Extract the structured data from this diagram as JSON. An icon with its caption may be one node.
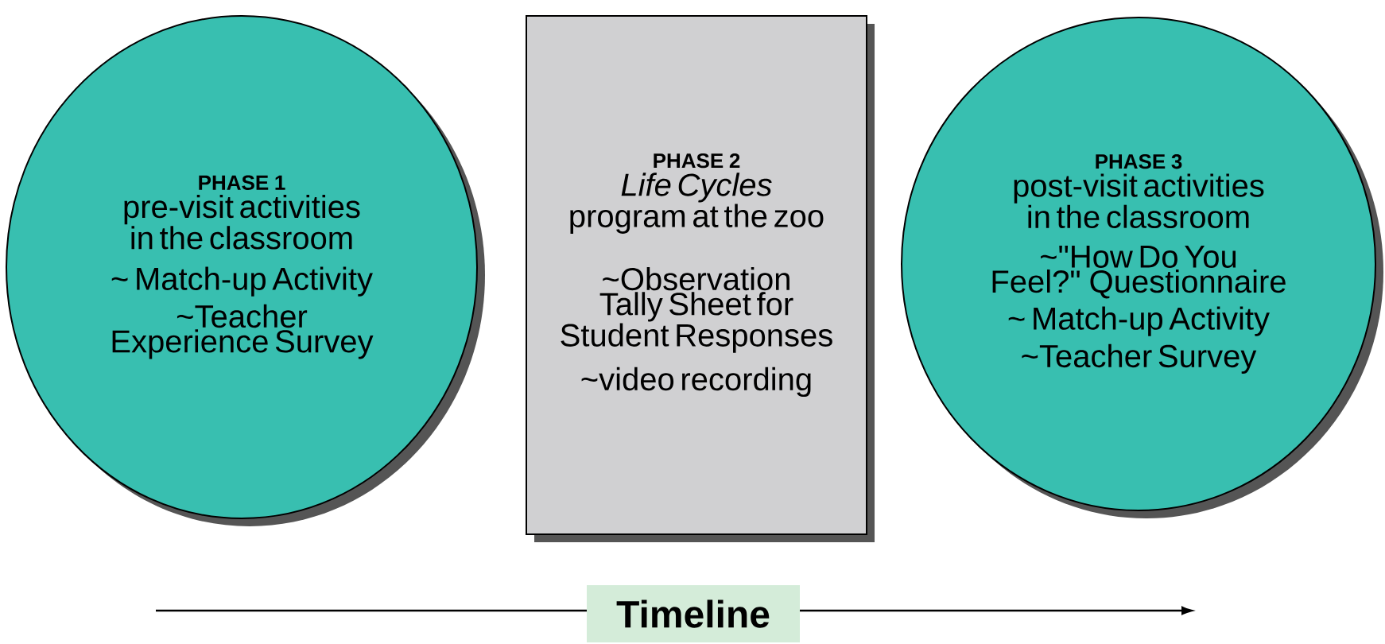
{
  "diagram": {
    "nodes": [
      {
        "text": [
          "PHASE 1",
          "pre-visit activities in the classroom",
          "~ Match-up Activity",
          "~Teacher Experience Survey"
        ]
      },
      {
        "text": [
          "PHASE 2",
          "*Life Cycles* program at the zoo",
          "~Observation Tally Sheet for Student Responses",
          "~video recording"
        ]
      },
      {
        "text": [
          "PHASE 3",
          "post-visit activities in the classroom",
          "~\"How Do You Feel?\" Questionnaire",
          "~ Match-up Activity",
          "~Teacher Survey"
        ]
      },
      {
        "text": [
          "Timeline"
        ]
      }
    ],
    "edges": []
  }
}
